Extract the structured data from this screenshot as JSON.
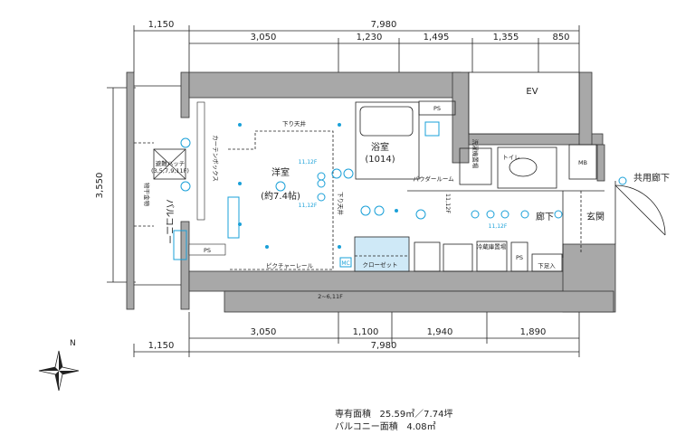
{
  "dimensions": {
    "top_overall": [
      "1,150",
      "7,980"
    ],
    "top_detail": [
      "3,050",
      "1,230",
      "1,495",
      "1,355",
      "850"
    ],
    "left": "3,550",
    "bottom_detail": [
      "3,050",
      "1,100",
      "1,940",
      "1,890"
    ],
    "bottom_overall": [
      "1,150",
      "7,980"
    ]
  },
  "rooms": {
    "western_room": "洋室",
    "western_room_size": "(約7.4帖)",
    "ceiling_drop_1": "下り天井",
    "ceiling_drop_2": "下り天井",
    "curtain_box": "カーテンボックス",
    "picture_rail": "ピクチャーレール",
    "escape_hatch": "避難ハッチ",
    "escape_hatch_floors": "(3,5,7,9,11F)",
    "laundry_hanger": "物干金物",
    "balcony": "バルコニー",
    "ps_left": "PS",
    "bathroom": "浴室",
    "bathroom_size": "(1014)",
    "ps_top": "PS",
    "elevator": "EV",
    "mb": "MB",
    "common_corridor": "共用廊下",
    "powder_room": "パウダールーム",
    "washer_space": "洗濯機置場",
    "toilet": "トイレ",
    "hallway": "廊下",
    "entrance": "玄関",
    "closet": "クローゼット",
    "fridge_space": "冷蔵庫置場",
    "ps_bottom": "PS",
    "shoe_cabinet": "下足入",
    "mc": "MC",
    "floor_note_1": "11,12F",
    "floor_note_2": "11,12F",
    "floor_note_3": "11,12F",
    "floor_note_4": "11,12F",
    "floor_note_bottom": "2~6,11F"
  },
  "compass": "N",
  "area": {
    "exclusive_label": "専有面積",
    "exclusive_value": "25.59㎡／7.74坪",
    "balcony_label": "バルコニー面積",
    "balcony_value": "4.08㎡"
  },
  "colors": {
    "equipment": "#1aa0d8",
    "wall": "#a8a8a8",
    "closet_fill": "#cfe9f7"
  }
}
